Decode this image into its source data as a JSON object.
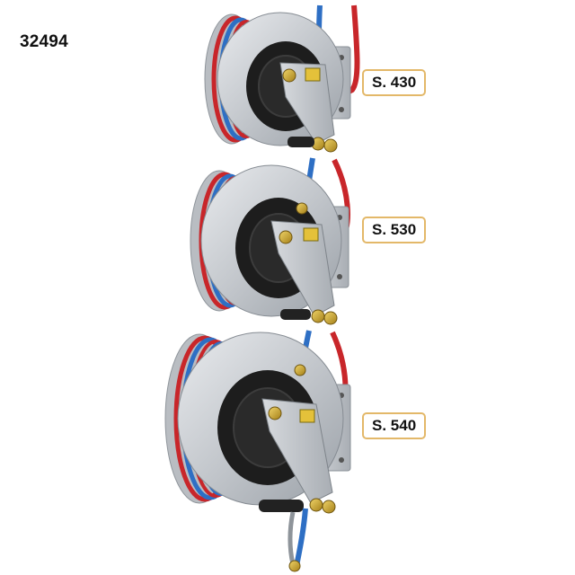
{
  "product_code": "32494",
  "models": [
    {
      "label": "S. 430"
    },
    {
      "label": "S. 530"
    },
    {
      "label": "S. 540"
    }
  ],
  "colors": {
    "hose_red": "#c8262a",
    "hose_blue": "#2e6fc4",
    "drum_steel": "#c9ccd0",
    "drum_core": "#1d1d1d",
    "fitting_brass": "#c9a227",
    "label_border": "#e3b869"
  }
}
